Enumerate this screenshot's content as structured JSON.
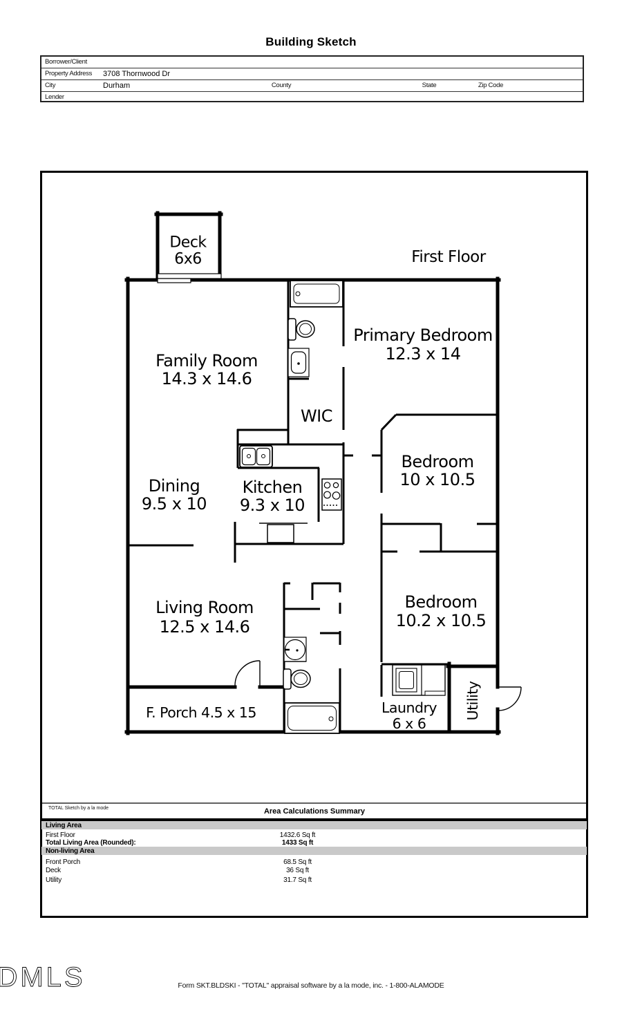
{
  "page": {
    "title": "Building Sketch"
  },
  "form": {
    "rows": [
      {
        "label": "Borrower/Client",
        "value": ""
      },
      {
        "label": "Property Address",
        "value": "3708 Thornwood Dr"
      },
      {
        "label": "City",
        "value": "Durham",
        "county_label": "County",
        "state_label": "State",
        "zip_label": "Zip Code"
      },
      {
        "label": "Lender",
        "value": ""
      }
    ]
  },
  "floorplan": {
    "floor_label": "First Floor",
    "rooms": [
      {
        "id": "deck",
        "name": "Deck",
        "dims": "6x6"
      },
      {
        "id": "family-room",
        "name": "Family Room",
        "dims": "14.3 x 14.6"
      },
      {
        "id": "primary-bedroom",
        "name": "Primary Bedroom",
        "dims": "12.3 x 14"
      },
      {
        "id": "wic",
        "name": "WIC",
        "dims": ""
      },
      {
        "id": "dining",
        "name": "Dining",
        "dims": "9.5 x 10"
      },
      {
        "id": "kitchen",
        "name": "Kitchen",
        "dims": "9.3 x 10"
      },
      {
        "id": "bedroom-upper",
        "name": "Bedroom",
        "dims": "10 x 10.5"
      },
      {
        "id": "living-room",
        "name": "Living Room",
        "dims": "12.5 x 14.6"
      },
      {
        "id": "bedroom-lower",
        "name": "Bedroom",
        "dims": "10.2 x 10.5"
      },
      {
        "id": "front-porch",
        "name": "F. Porch 4.5 x 15",
        "dims": ""
      },
      {
        "id": "laundry",
        "name": "Laundry",
        "dims": "6 x 6"
      },
      {
        "id": "utility",
        "name": "Utility",
        "dims": ""
      }
    ]
  },
  "summary": {
    "note": "TOTAL Sketch by a la mode",
    "title": "Area Calculations Summary",
    "sections": [
      {
        "header": "Living Area",
        "rows": [
          {
            "label": "First Floor",
            "value": "1432.6 Sq ft"
          },
          {
            "label": "Total Living Area (Rounded):",
            "value": "1433 Sq ft"
          }
        ]
      },
      {
        "header": "Non-living Area",
        "rows": [
          {
            "label": "Front Porch",
            "value": "68.5 Sq ft"
          },
          {
            "label": "Deck",
            "value": "36 Sq ft"
          },
          {
            "label": "Utility",
            "value": "31.7 Sq ft"
          }
        ]
      }
    ]
  },
  "footer": {
    "logo": "DMLS",
    "text": "Form SKT.BLDSKI - \"TOTAL\" appraisal software by a la mode, inc. - 1-800-ALAMODE"
  },
  "colors": {
    "wall": "#000000",
    "bar_gray": "#c9c9c9",
    "background": "#ffffff"
  }
}
